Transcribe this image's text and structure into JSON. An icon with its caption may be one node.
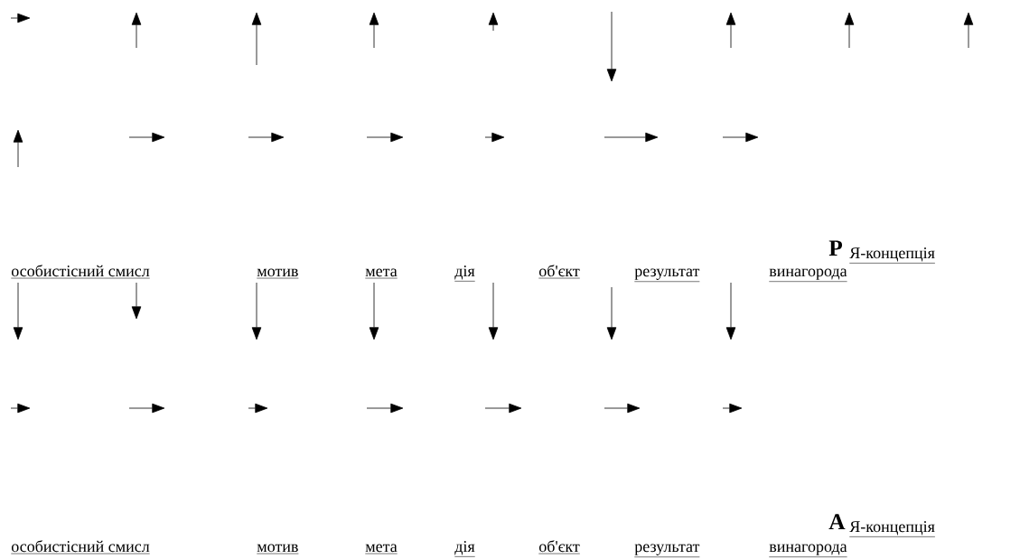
{
  "diagram": {
    "labels": [
      "P",
      "Я-концепція",
      "особистісний смисл",
      "мотив",
      "мета",
      "дія",
      "об'єкт",
      "результат",
      "винагорода",
      "A",
      "Я-концепція",
      "особистісний смисл",
      "мотив",
      "мета",
      "дія",
      "об'єкт",
      "результат",
      "винагорода"
    ]
  }
}
